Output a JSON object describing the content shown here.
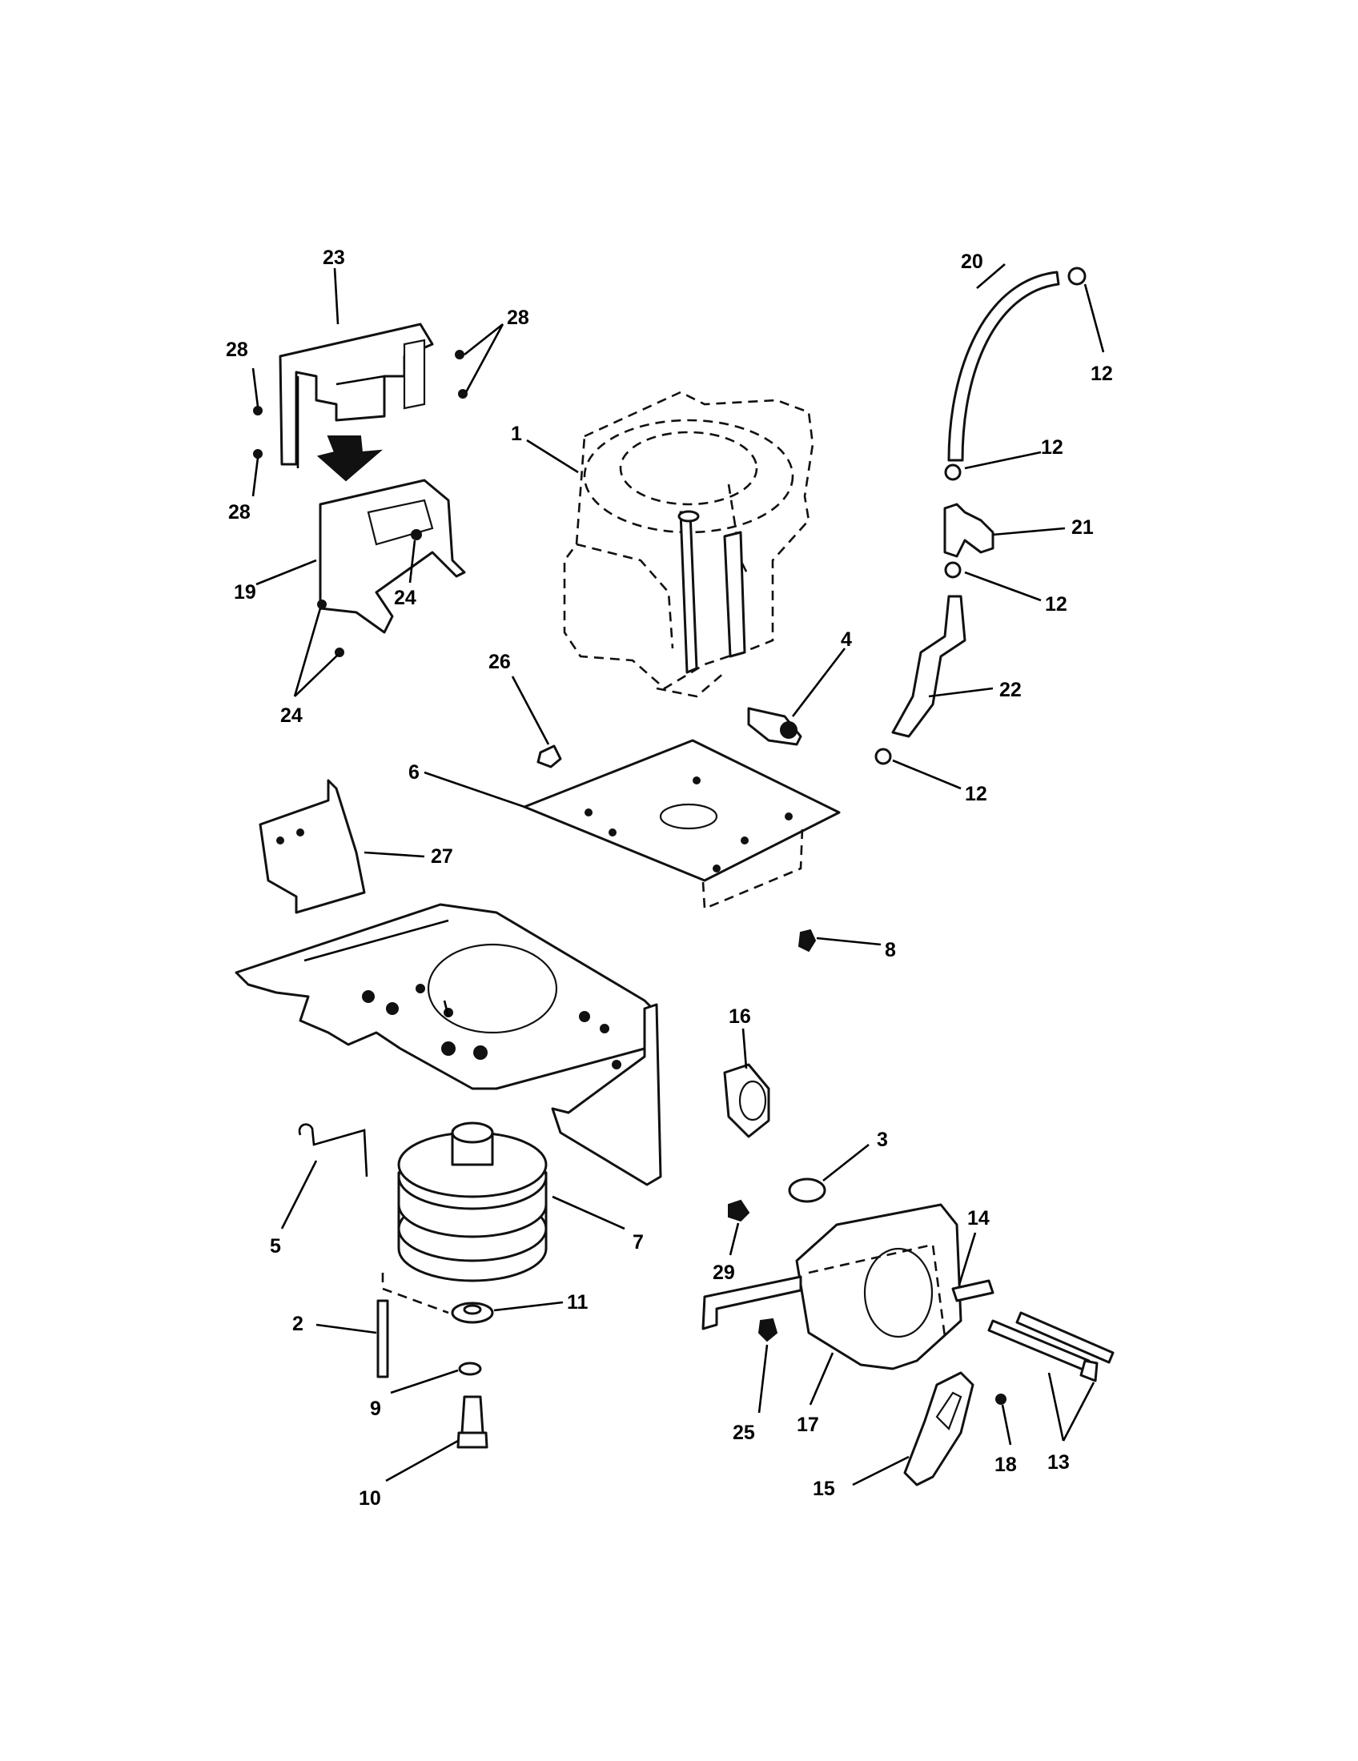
{
  "callouts": {
    "c1": "1",
    "c2": "2",
    "c3": "3",
    "c4": "4",
    "c5": "5",
    "c6": "6",
    "c7": "7",
    "c8": "8",
    "c9": "9",
    "c10": "10",
    "c11": "11",
    "c12": "12",
    "c13": "13",
    "c14": "14",
    "c15": "15",
    "c16": "16",
    "c17": "17",
    "c18": "18",
    "c19": "19",
    "c20": "20",
    "c21": "21",
    "c22": "22",
    "c23": "23",
    "c24": "24",
    "c25": "25",
    "c26": "26",
    "c27": "27",
    "c28": "28",
    "c29": "29"
  }
}
